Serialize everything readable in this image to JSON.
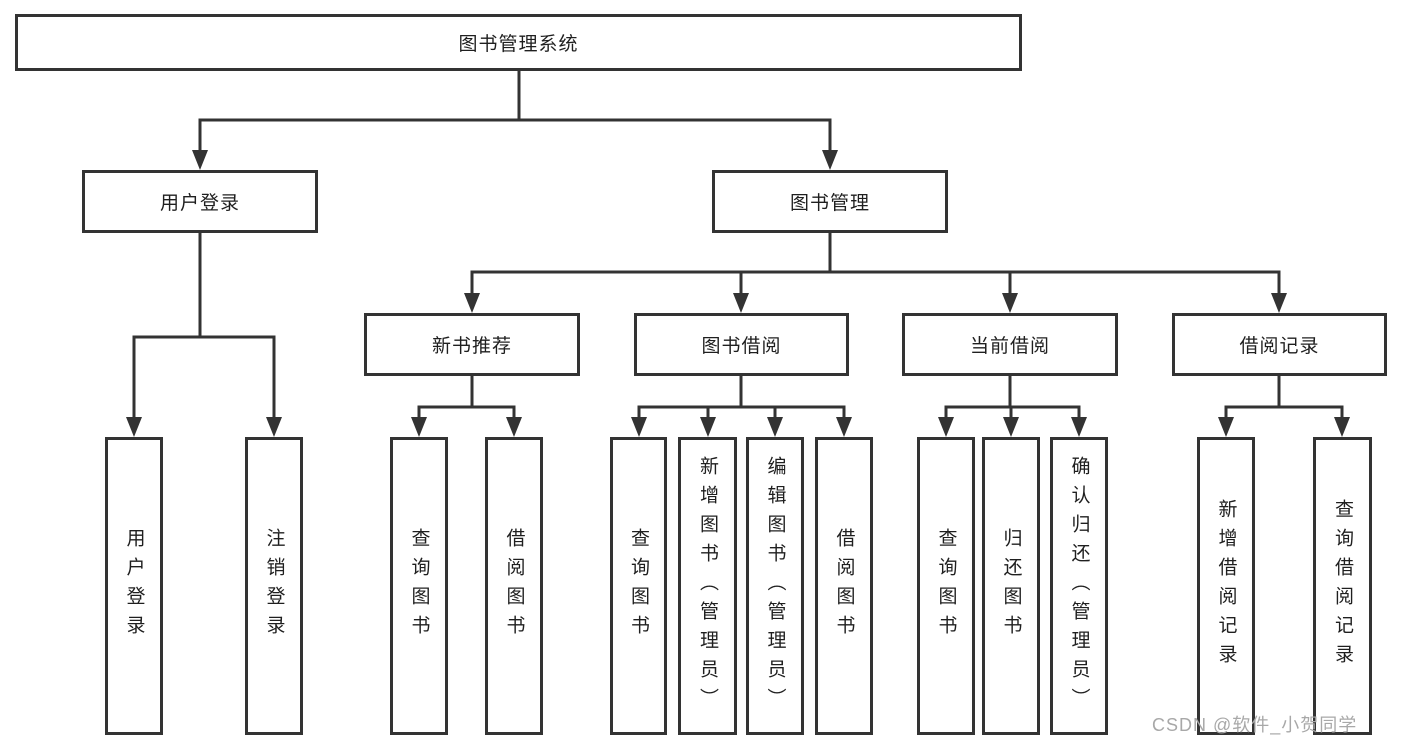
{
  "diagram": {
    "root": {
      "label": "图书管理系统"
    },
    "level2": [
      {
        "label": "用户登录"
      },
      {
        "label": "图书管理"
      }
    ],
    "level3": [
      {
        "label": "新书推荐"
      },
      {
        "label": "图书借阅"
      },
      {
        "label": "当前借阅"
      },
      {
        "label": "借阅记录"
      }
    ],
    "leaves": {
      "user_login": [
        {
          "label": "用户登录"
        },
        {
          "label": "注销登录"
        }
      ],
      "new_book": [
        {
          "label": "查询图书"
        },
        {
          "label": "借阅图书"
        }
      ],
      "book_borrow": [
        {
          "label": "查询图书"
        },
        {
          "label": "新增图书（管理员）"
        },
        {
          "label": "编辑图书（管理员）"
        },
        {
          "label": "借阅图书"
        }
      ],
      "current_borrow": [
        {
          "label": "查询图书"
        },
        {
          "label": "归还图书"
        },
        {
          "label": "确认归还（管理员）"
        }
      ],
      "borrow_record": [
        {
          "label": "新增借阅记录"
        },
        {
          "label": "查询借阅记录"
        }
      ]
    }
  },
  "watermark": {
    "text": "CSDN @软件_小贺同学"
  },
  "colors": {
    "line": "#333333",
    "text": "#1f1f1f",
    "watermark": "#a8a8a8",
    "background": "#ffffff"
  }
}
